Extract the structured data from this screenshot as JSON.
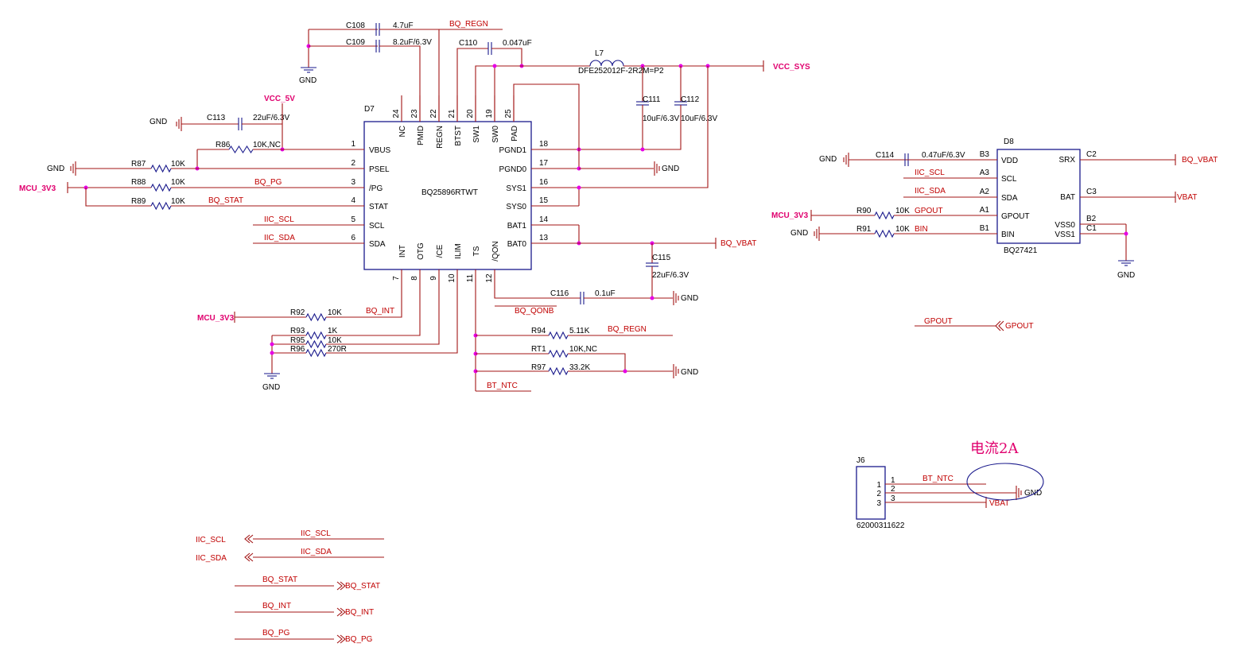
{
  "chip_d7": {
    "ref": "D7",
    "part": "BQ25896RTWT",
    "pins": [
      {
        "num": "1",
        "name": "VBUS"
      },
      {
        "num": "2",
        "name": "PSEL"
      },
      {
        "num": "3",
        "name": "/PG"
      },
      {
        "num": "4",
        "name": "STAT"
      },
      {
        "num": "5",
        "name": "SCL"
      },
      {
        "num": "6",
        "name": "SDA"
      },
      {
        "num": "7",
        "name": "INT"
      },
      {
        "num": "8",
        "name": "OTG"
      },
      {
        "num": "9",
        "name": "/CE"
      },
      {
        "num": "10",
        "name": "ILIM"
      },
      {
        "num": "11",
        "name": "TS"
      },
      {
        "num": "12",
        "name": "/QON"
      },
      {
        "num": "13",
        "name": "BAT0"
      },
      {
        "num": "14",
        "name": "BAT1"
      },
      {
        "num": "15",
        "name": "SYS0"
      },
      {
        "num": "16",
        "name": "SYS1"
      },
      {
        "num": "17",
        "name": "PGND0"
      },
      {
        "num": "18",
        "name": "PGND1"
      },
      {
        "num": "19",
        "name": "SW0"
      },
      {
        "num": "20",
        "name": "SW1"
      },
      {
        "num": "21",
        "name": "BTST"
      },
      {
        "num": "22",
        "name": "REGN"
      },
      {
        "num": "23",
        "name": "PMID"
      },
      {
        "num": "24",
        "name": "NC"
      },
      {
        "num": "25",
        "name": "PAD"
      }
    ]
  },
  "chip_d8": {
    "ref": "D8",
    "part": "BQ27421",
    "pins": [
      {
        "num": "B3",
        "name": "VDD"
      },
      {
        "num": "A3",
        "name": "SCL"
      },
      {
        "num": "A2",
        "name": "SDA"
      },
      {
        "num": "A1",
        "name": "GPOUT"
      },
      {
        "num": "B1",
        "name": "BIN"
      },
      {
        "num": "C2",
        "name": "SRX"
      },
      {
        "num": "C3",
        "name": "BAT"
      },
      {
        "num": "B2",
        "name": "VSS0"
      },
      {
        "num": "C1",
        "name": "VSS1"
      }
    ]
  },
  "connector_j6": {
    "ref": "J6",
    "part": "62000311622",
    "pins": [
      "1",
      "2",
      "3"
    ],
    "annotation": "电流2A"
  },
  "components": [
    {
      "ref": "C108",
      "value": "4.7uF"
    },
    {
      "ref": "C109",
      "value": "8.2uF/6.3V"
    },
    {
      "ref": "C110",
      "value": "0.047uF"
    },
    {
      "ref": "L7",
      "value": "DFE252012F-2R2M=P2"
    },
    {
      "ref": "C111",
      "value": "10uF/6.3V"
    },
    {
      "ref": "C112",
      "value": "10uF/6.3V"
    },
    {
      "ref": "C113",
      "value": "22uF/6.3V"
    },
    {
      "ref": "C114",
      "value": "0.47uF/6.3V"
    },
    {
      "ref": "C115",
      "value": "22uF/6.3V"
    },
    {
      "ref": "C116",
      "value": "0.1uF"
    },
    {
      "ref": "R86",
      "value": "10K,NC"
    },
    {
      "ref": "R87",
      "value": "10K"
    },
    {
      "ref": "R88",
      "value": "10K"
    },
    {
      "ref": "R89",
      "value": "10K"
    },
    {
      "ref": "R90",
      "value": "10K"
    },
    {
      "ref": "R91",
      "value": "10K"
    },
    {
      "ref": "R92",
      "value": "10K"
    },
    {
      "ref": "R93",
      "value": "1K"
    },
    {
      "ref": "R95",
      "value": "10K"
    },
    {
      "ref": "R96",
      "value": "270R"
    },
    {
      "ref": "R94",
      "value": "5.11K"
    },
    {
      "ref": "RT1",
      "value": "10K,NC"
    },
    {
      "ref": "R97",
      "value": "33.2K"
    }
  ],
  "nets": {
    "bq_regn": "BQ_REGN",
    "vcc_sys": "VCC_SYS",
    "vcc_5v": "VCC_5V",
    "gnd": "GND",
    "mcu_3v3": "MCU_3V3",
    "bq_pg": "BQ_PG",
    "bq_stat": "BQ_STAT",
    "iic_scl": "IIC_SCL",
    "iic_sda": "IIC_SDA",
    "bq_vbat": "BQ_VBAT",
    "bq_int": "BQ_INT",
    "bq_qonb": "BQ_QONB",
    "bt_ntc": "BT_NTC",
    "vbat": "VBAT",
    "gpout": "GPOUT",
    "bin": "BIN"
  },
  "colors": {
    "wire": "#a31515",
    "component": "#1a1a8c",
    "junction": "#e600e6",
    "power_label": "#e0006e"
  }
}
